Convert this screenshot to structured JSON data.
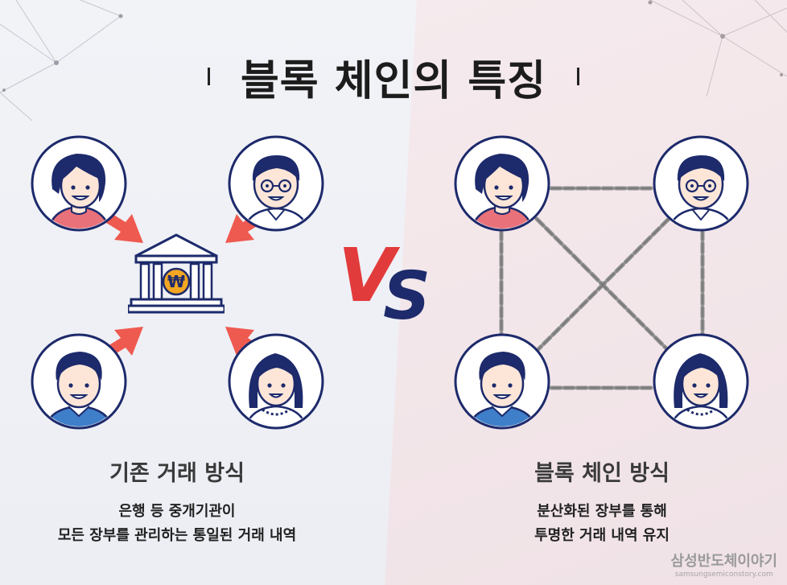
{
  "title": "블록 체인의 특징",
  "left": {
    "heading": "기존 거래 방식",
    "line1": "은행 등 중개기관이",
    "line2": "모든 장부를 관리하는 통일된 거래 내역"
  },
  "right": {
    "heading": "블록 체인 방식",
    "line1": "분산화된 장부를 통해",
    "line2": "투명한 거래 내역 유지"
  },
  "vs": {
    "v": "V",
    "s": "S"
  },
  "watermark": {
    "korean": "삼성반도체이야기",
    "english": "samsungsemiconstory.com"
  },
  "bank": {
    "symbol": "₩"
  },
  "colors": {
    "navy": "#1d2a6b",
    "red": "#e23b3b",
    "arrow": "#ef5a50",
    "gold": "#f3a623",
    "chain": "#8f8f8f"
  }
}
